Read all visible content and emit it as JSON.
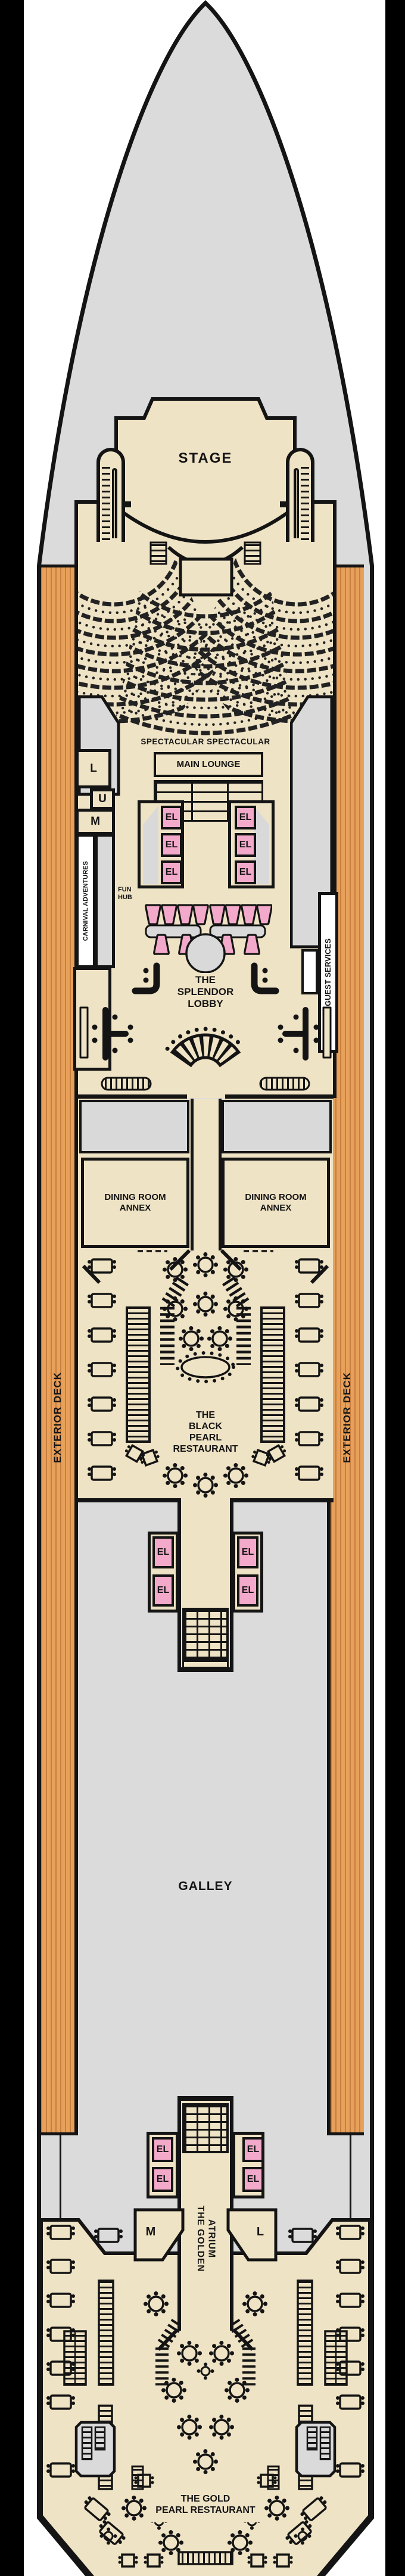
{
  "colors": {
    "beige": "#EFE3C5",
    "hull": "#DBDBDB",
    "orange": "#E8A15B",
    "stripe": "#C77E3E",
    "pink": "#F3A9C9",
    "line": "#141414",
    "white": "#FFFFFF"
  },
  "theater": {
    "stage": "STAGE",
    "title": "SPECTACULAR SPECTACULAR",
    "lounge_box": "MAIN LOUNGE"
  },
  "port_rooms": {
    "l": "L",
    "u": "U",
    "m": "M",
    "carnival": "CARNIVAL ADVENTURES"
  },
  "starboard_rooms": {
    "guest_services": "GUEST SERVICES"
  },
  "elevator": {
    "label": "EL"
  },
  "fun_hub": {
    "line1": "FUN",
    "line2": "HUB"
  },
  "lobby": {
    "line1": "THE",
    "line2": "SPLENDOR",
    "line3": "LOBBY"
  },
  "dining_annex": {
    "line1": "DINING ROOM",
    "line2": "ANNEX"
  },
  "exterior_deck": {
    "label": "EXTERIOR DECK"
  },
  "black_pearl": {
    "line1": "THE",
    "line2": "BLACK",
    "line3": "PEARL",
    "line4": "RESTAURANT"
  },
  "galley": {
    "label": "GALLEY"
  },
  "golden_atrium": {
    "line1": "THE GOLDEN",
    "line2": "ATRIUM",
    "room_m": "M",
    "room_l": "L"
  },
  "gold_pearl": {
    "line1": "THE GOLD",
    "line2": "PEARL RESTAURANT"
  }
}
